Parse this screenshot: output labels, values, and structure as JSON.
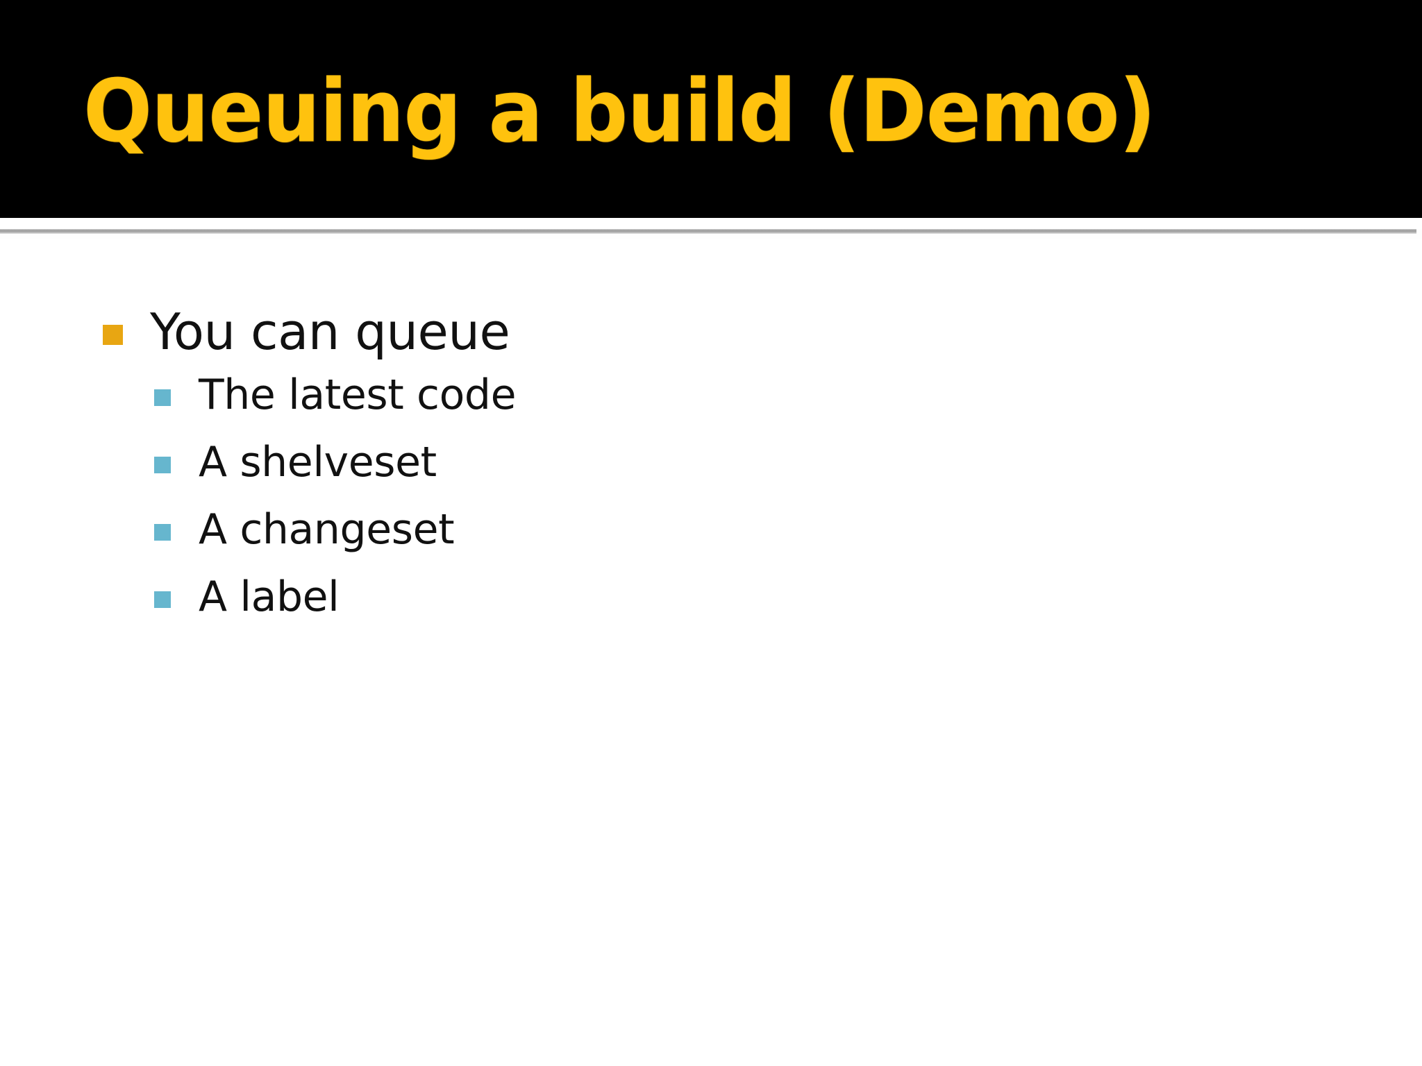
{
  "slide": {
    "title": "Queuing a build (Demo)",
    "title_color": "#FFC20E",
    "title_band_color": "#000000",
    "background_color": "#FFFFFF",
    "divider_color": "#9A9A9A",
    "level1_bullet_color": "#E8A612",
    "level2_bullet_color": "#66B6CE",
    "body_text_color": "#111111",
    "bullets": [
      {
        "level": 1,
        "text": "You can queue",
        "marker": "orange-square-bullet"
      },
      {
        "level": 2,
        "text": "The latest code",
        "marker": "teal-square-bullet"
      },
      {
        "level": 2,
        "text": "A shelveset",
        "marker": "teal-square-bullet"
      },
      {
        "level": 2,
        "text": "A changeset",
        "marker": "teal-square-bullet"
      },
      {
        "level": 2,
        "text": "A label",
        "marker": "teal-square-bullet"
      }
    ]
  }
}
